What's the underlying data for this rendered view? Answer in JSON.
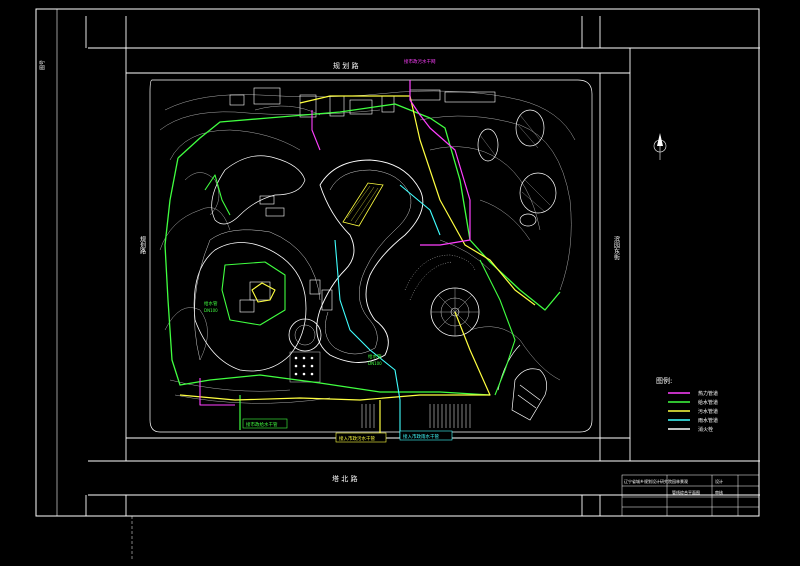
{
  "roads": {
    "north": "规 划 路",
    "west": "规划路",
    "east": "滨园东街",
    "south": "塔 北 路"
  },
  "annotations": {
    "north_magenta": "接市政污水干网",
    "south_green": "接市政给水干管",
    "south_yellow": "接入市政污水干管",
    "south_cyan": "接入市政雨水干管",
    "west_green": "给水管",
    "center_green": "给水管",
    "center_green_sub": "DN100",
    "west_green_sub": "DN100"
  },
  "legend": {
    "title": "图例:",
    "items": [
      {
        "label": "热力管道",
        "color": "#ff40ff"
      },
      {
        "label": "给水管道",
        "color": "#40ff40"
      },
      {
        "label": "污水管道",
        "color": "#ffff40"
      },
      {
        "label": "雨水管道",
        "color": "#40ffff"
      },
      {
        "label": "消火栓",
        "color": "#ffffff"
      }
    ]
  },
  "pipe_colors": {
    "heat": "#ff40ff",
    "water": "#40ff40",
    "sewage": "#ffff40",
    "rain": "#40ffff"
  },
  "title_block": {
    "org": "辽宁省城乡规划设计研究院",
    "project_cell": "园林景观",
    "drawing_name": "管线综合平面图",
    "cell_a": "设计",
    "cell_b": "审核"
  },
  "side_text": "图号"
}
